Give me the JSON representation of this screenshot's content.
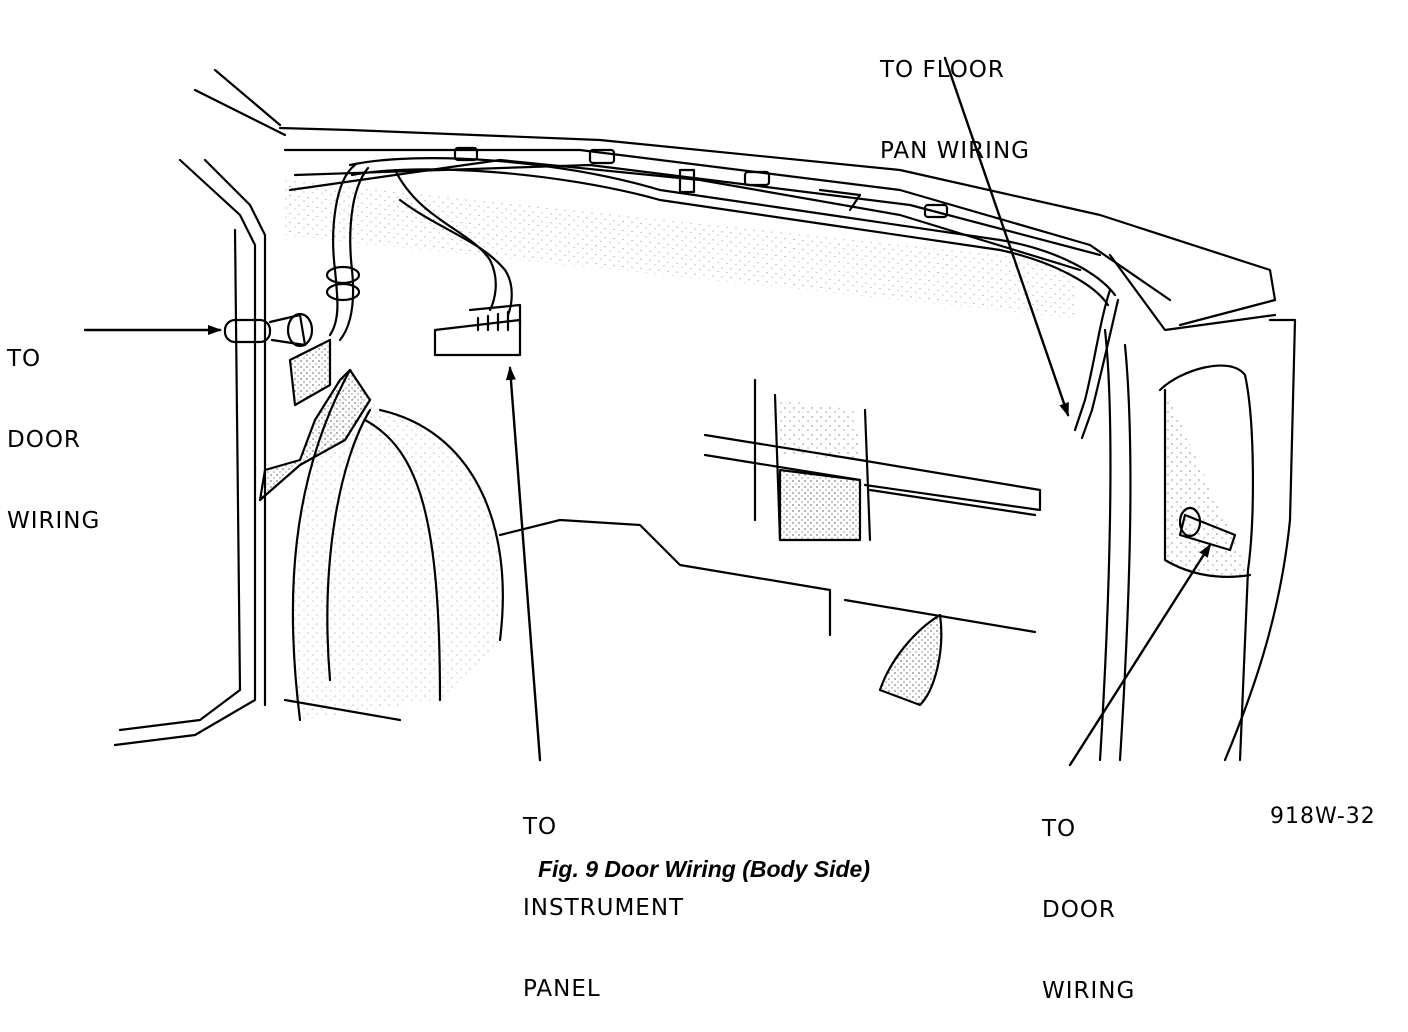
{
  "labels": {
    "floor_pan": [
      "TO FLOOR",
      "PAN WIRING"
    ],
    "door_left": [
      "TO",
      "DOOR",
      "WIRING"
    ],
    "instrument_panel": [
      "TO",
      "INSTRUMENT",
      "PANEL"
    ],
    "door_right": [
      "TO",
      "DOOR",
      "WIRING"
    ]
  },
  "figure_code": "918W-32",
  "caption": "Fig. 9 Door Wiring (Body Side)",
  "colors": {
    "ink": "#000000",
    "paper": "#ffffff"
  }
}
